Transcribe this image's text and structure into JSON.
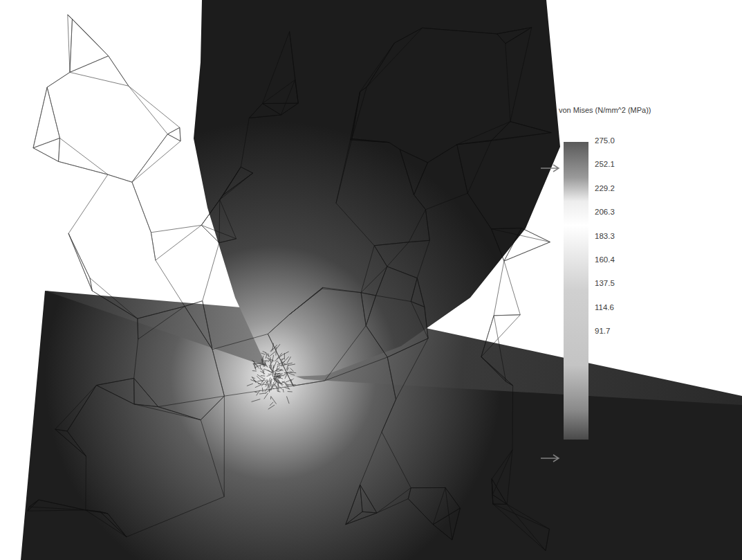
{
  "diagram": {
    "labels": [
      "von Mises (N/mm^2 (MPa))",
      "275.0",
      "252.1",
      "229.2",
      "206.3",
      "183.3",
      "160.4",
      "137.5",
      "114.6",
      "91.7"
    ]
  }
}
